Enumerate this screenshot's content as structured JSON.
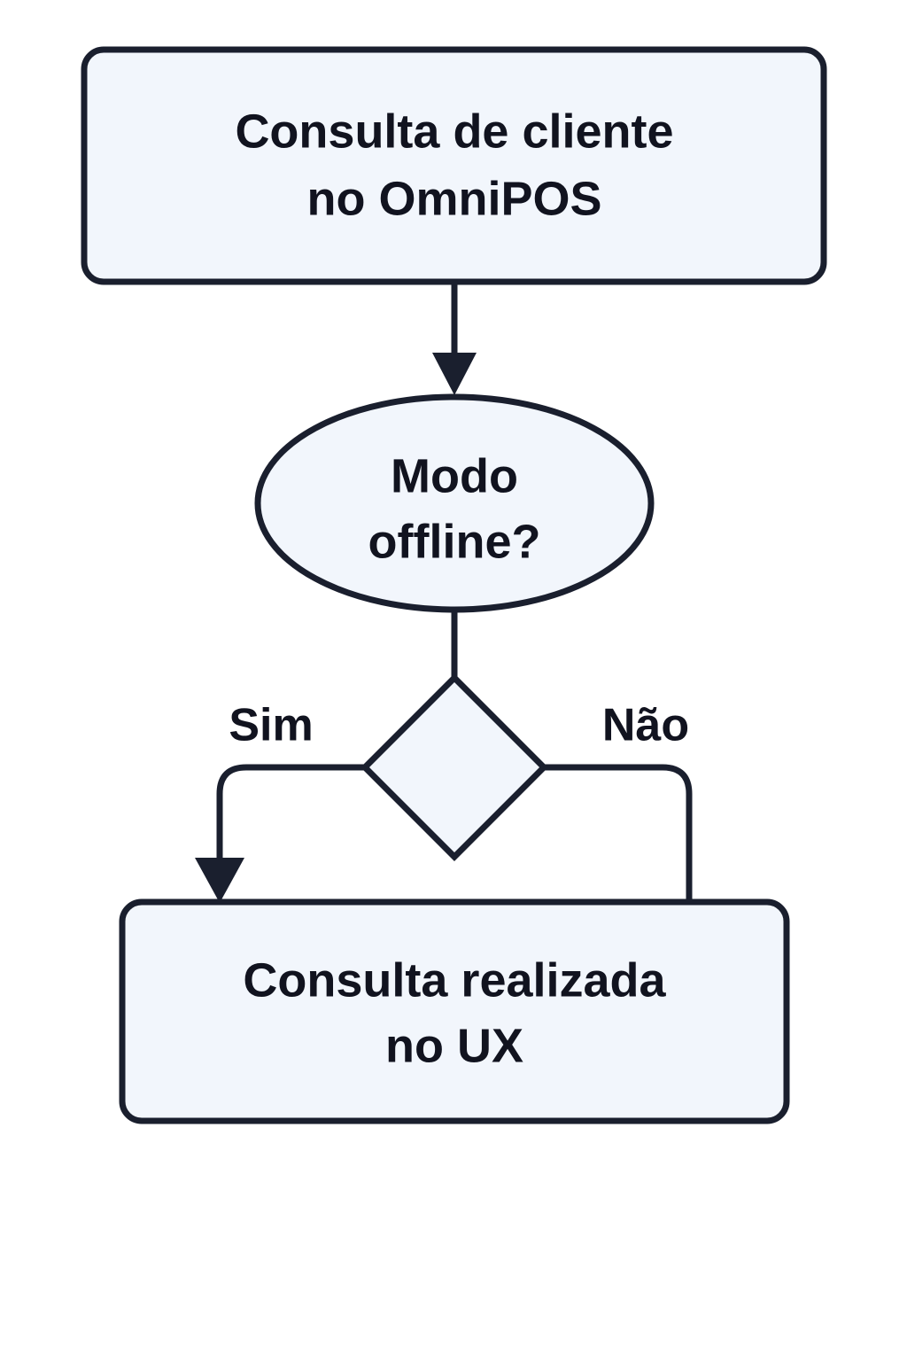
{
  "diagram": {
    "type": "flowchart",
    "orientation": "top-to-bottom",
    "background_color": "#ffffff",
    "node_fill_color": "#f2f6fc",
    "node_stroke_color": "#1a1f2e",
    "text_color": "#11131f",
    "nodes": [
      {
        "id": "start",
        "shape": "rounded-rectangle",
        "lines": [
          "Consulta de cliente",
          "no OmniPOS"
        ]
      },
      {
        "id": "decision-ellipse",
        "shape": "ellipse",
        "lines": [
          "Modo",
          "offline?"
        ]
      },
      {
        "id": "decision-diamond",
        "shape": "diamond",
        "lines": []
      },
      {
        "id": "end",
        "shape": "rounded-rectangle",
        "lines": [
          "Consulta realizada",
          "no UX"
        ]
      }
    ],
    "edges": [
      {
        "id": "start-to-ellipse",
        "from": "start",
        "to": "decision-ellipse",
        "label": "",
        "arrowhead": true
      },
      {
        "id": "ellipse-to-diamond",
        "from": "decision-ellipse",
        "to": "decision-diamond",
        "label": "",
        "arrowhead": false
      },
      {
        "id": "diamond-yes-to-end",
        "from": "decision-diamond",
        "to": "end",
        "label": "Sim",
        "arrowhead": true
      },
      {
        "id": "diamond-no-to-end",
        "from": "decision-diamond",
        "to": "end",
        "label": "Não",
        "arrowhead": false
      }
    ]
  }
}
